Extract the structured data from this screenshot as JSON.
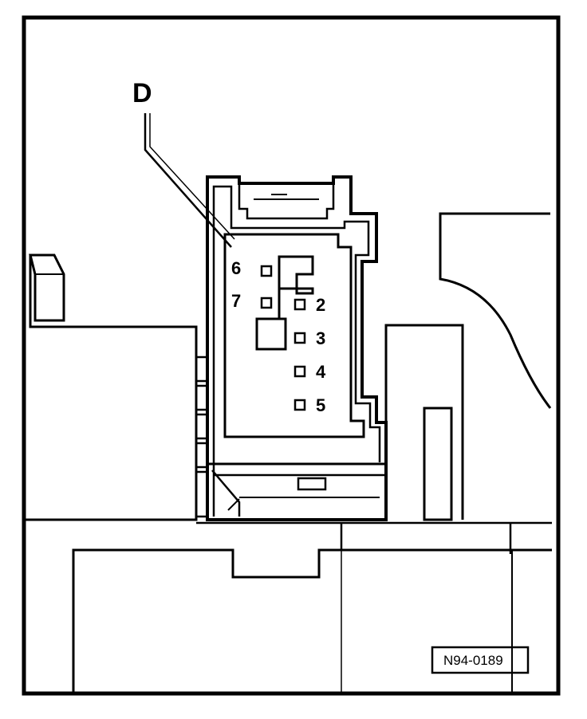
{
  "callout_letter": "D",
  "pins": [
    {
      "number": "6"
    },
    {
      "number": "7"
    },
    {
      "number": "2"
    },
    {
      "number": "3"
    },
    {
      "number": "4"
    },
    {
      "number": "5"
    }
  ],
  "reference_code": "N94-0189",
  "colors": {
    "line": "#000000",
    "background": "#ffffff"
  }
}
